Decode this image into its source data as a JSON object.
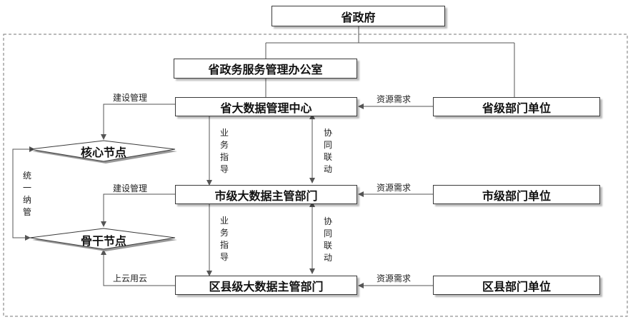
{
  "nodes": {
    "provincial_gov": "省政府",
    "gov_service_office": "省政务服务管理办公室",
    "provincial_bigdata_center": "省大数据管理中心",
    "provincial_units": "省级部门单位",
    "city_bigdata_dept": "市级大数据主管部门",
    "city_units": "市级部门单位",
    "district_bigdata_dept": "区县级大数据主管部门",
    "district_units": "区县部门单位",
    "core_node": "核心节点",
    "backbone_node": "骨干节点"
  },
  "edge_labels": {
    "construction_mgmt_1": "建设管理",
    "construction_mgmt_2": "建设管理",
    "cloud_migration": "上云用云",
    "resource_demand_1": "资源需求",
    "resource_demand_2": "资源需求",
    "resource_demand_3": "资源需求",
    "business_guidance_1": "业务指导",
    "business_guidance_2": "业务指导",
    "coordination_1": "协同联动",
    "coordination_2": "协同联动",
    "unified_management": "统一纳管"
  },
  "colors": {
    "line": "#555555",
    "border": "#3a3a3a"
  }
}
